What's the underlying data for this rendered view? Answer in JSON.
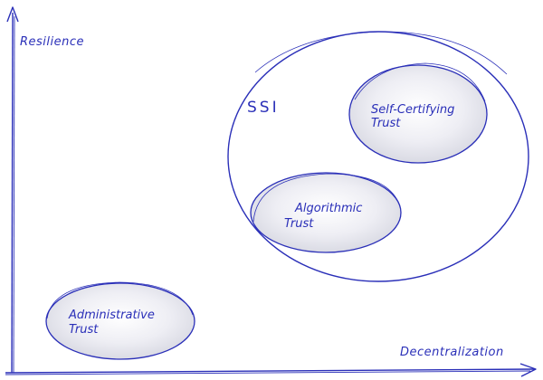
{
  "axes": {
    "y_label": "Resilience",
    "x_label": "Decentralization"
  },
  "groups": {
    "ssi_label": "SSI"
  },
  "bubbles": {
    "self_certifying": {
      "line1": "Self-Certifying",
      "line2": "Trust"
    },
    "algorithmic": {
      "line1": "Algorithmic",
      "line2": "Trust"
    },
    "administrative": {
      "line1": "Administrative",
      "line2": "Trust"
    }
  },
  "colors": {
    "ink": "#2a2fb8",
    "bubble_fill": "#dfe0ea",
    "bubble_glow": "#ffffff"
  }
}
